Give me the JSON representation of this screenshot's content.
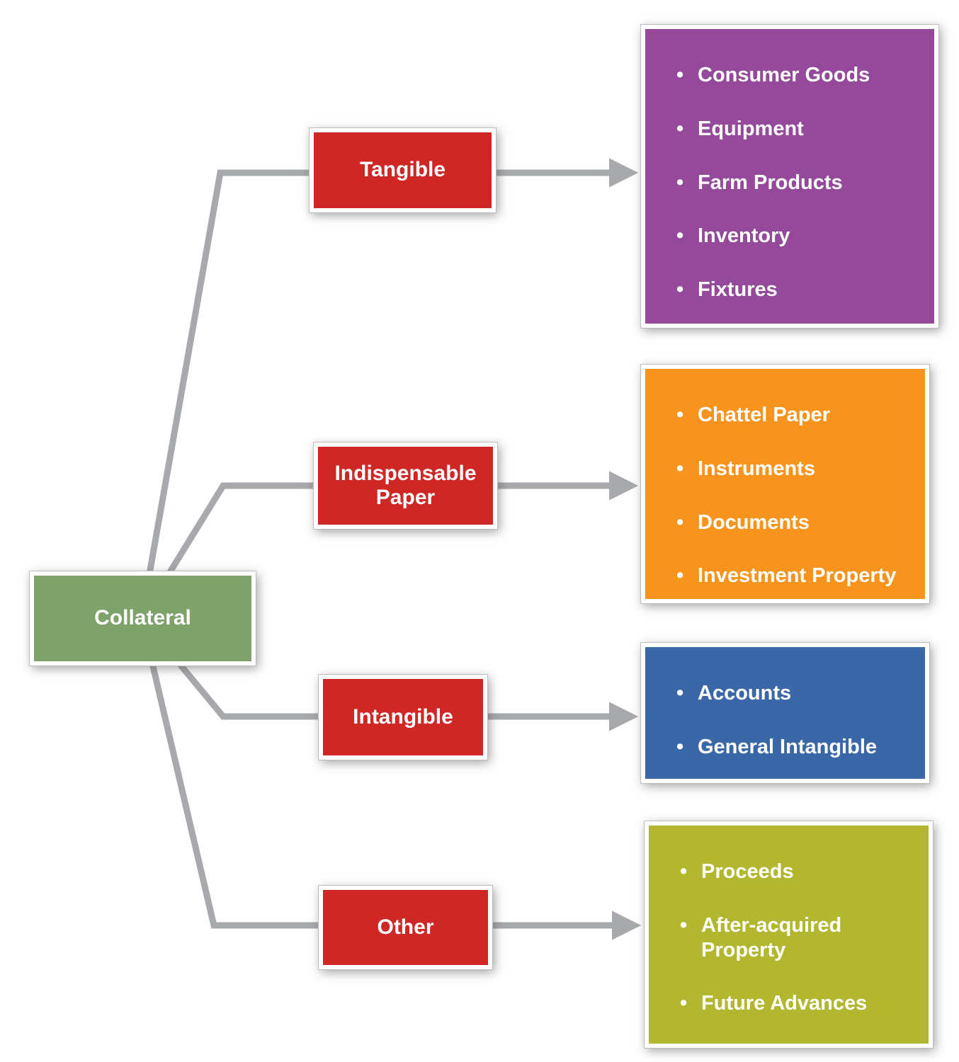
{
  "diagram": {
    "connector_color": "#A7A9AC",
    "root": {
      "label": "Collateral",
      "color": "#7EA269"
    },
    "branches": [
      {
        "label": "Tangible",
        "color": "#CE2726",
        "panel_color": "#95499B",
        "items": [
          "Consumer Goods",
          "Equipment",
          "Farm Products",
          "Inventory",
          "Fixtures"
        ]
      },
      {
        "label": "Indispensable Paper",
        "color": "#CE2726",
        "panel_color": "#F7941E",
        "items": [
          "Chattel Paper",
          "Instruments",
          "Documents",
          "Investment Property"
        ]
      },
      {
        "label": "Intangible",
        "color": "#CE2726",
        "panel_color": "#3A67A8",
        "items": [
          "Accounts",
          "General Intangible"
        ]
      },
      {
        "label": "Other",
        "color": "#CE2726",
        "panel_color": "#B2B72F",
        "items": [
          "Proceeds",
          "After-acquired Property",
          "Future Advances"
        ]
      }
    ]
  }
}
